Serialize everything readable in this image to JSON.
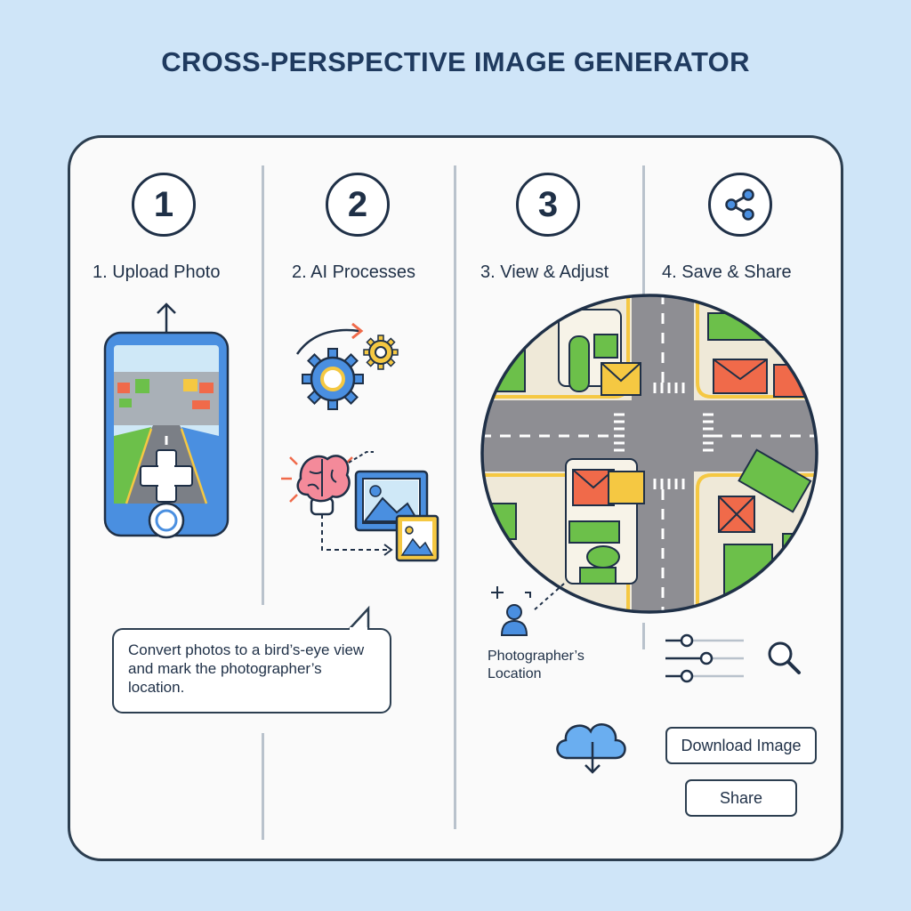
{
  "header": {
    "title": "CROSS-PERSPECTIVE IMAGE GENERATOR"
  },
  "steps": [
    {
      "number": "1",
      "label": "1. Upload Photo"
    },
    {
      "number": "2",
      "label": "2. AI Processes"
    },
    {
      "number": "3",
      "label": "3. View & Adjust"
    },
    {
      "number": "",
      "label": "4. Save & Share",
      "icon": "share-icon"
    }
  ],
  "callout": {
    "text": "Convert photos to a bird’s-eye view and mark the photographer’s location."
  },
  "map": {
    "marker_label": "Photographer’s Location"
  },
  "actions": {
    "download_label": "Download Image",
    "share_label": "Share"
  },
  "colors": {
    "accent_blue": "#4a8fe0",
    "text": "#1f3047",
    "background": "#cfe5f8",
    "road": "#8e8e93",
    "grass": "#6cc04a",
    "roof_red": "#f06a4a",
    "roof_yellow": "#f5c842"
  }
}
